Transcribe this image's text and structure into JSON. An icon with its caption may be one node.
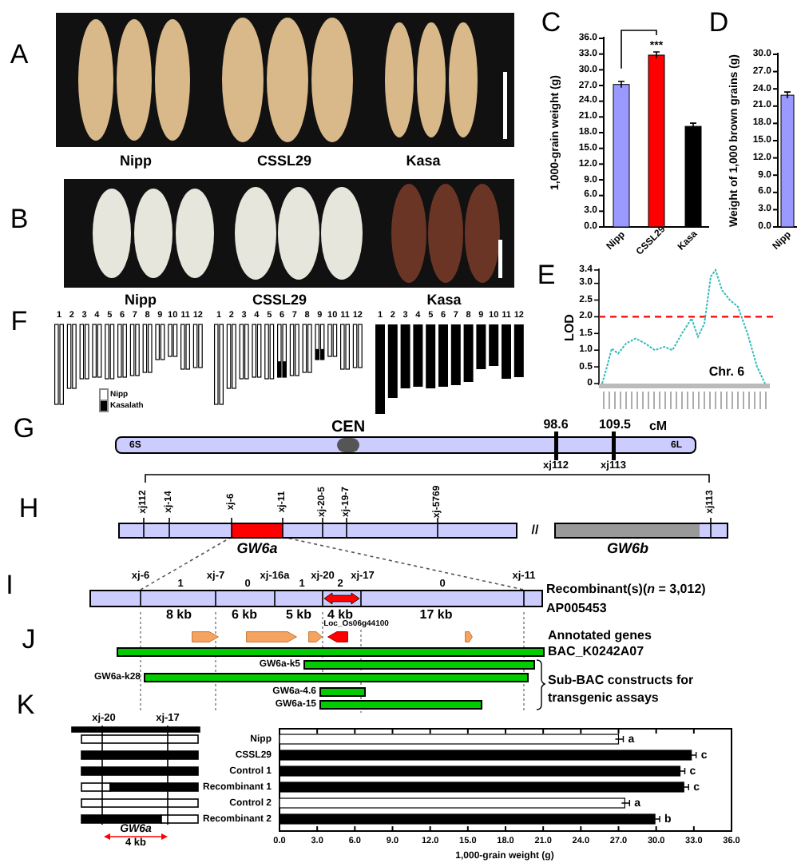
{
  "diagram": {
    "nodes": [
      {
        "text": [
          "6S",
          "6L"
        ]
      },
      {
        "text": [
          "CEN"
        ],
        "in": 0
      },
      {
        "text": [],
        "shape": "bar"
      },
      {
        "text": [
          "GW6a"
        ],
        "in": 2
      },
      {
        "text": [],
        "shape": "bar"
      },
      {
        "text": [
          "GW6b"
        ],
        "in": 4
      },
      {
        "text": [],
        "shape": "bar",
        "beside": [
          "Recombinant(s)(*n* = 3,012)",
          "AP005453"
        ]
      },
      {
        "text": [],
        "shape": "bar",
        "beside": [
          "BAC_K0242A07"
        ]
      },
      {
        "text": [],
        "shape": "bar",
        "beside": [
          "GW6a-k5"
        ]
      },
      {
        "text": [],
        "shape": "bar",
        "beside": [
          "GW6a-k28"
        ]
      },
      {
        "text": [],
        "shape": "bar",
        "beside": [
          "GW6a-4.6"
        ]
      },
      {
        "text": [],
        "shape": "bar",
        "beside": [
          "GW6a-15"
        ]
      },
      {
        "text": [],
        "shape": "arrow"
      },
      {
        "text": [],
        "shape": "arrow"
      },
      {
        "text": [],
        "shape": "arrow"
      },
      {
        "text": [],
        "shape": "arrow"
      },
      {
        "text": [],
        "shape": "arrow"
      }
    ],
    "edges": [
      {
        "from": 3,
        "to": 6,
        "arrow": "none",
        "style": "dashed"
      },
      {
        "from": 3,
        "to": 6,
        "arrow": "none",
        "style": "dashed"
      }
    ],
    "labels": [
      "A",
      "Nipp",
      "CSSL29",
      "Kasa",
      "C",
      "D",
      "B",
      "Nipp",
      "CSSL29",
      "Kasa",
      "E",
      "3.4",
      "3.0",
      "2.5",
      "2.0",
      "1.5",
      "1.0",
      "0.5",
      "0",
      "LOD",
      "Chr. 6",
      "F",
      "1",
      "2",
      "3",
      "4",
      "5",
      "6",
      "7",
      "8",
      "9",
      "10",
      "11",
      "12",
      "1",
      "2",
      "3",
      "4",
      "5",
      "6",
      "7",
      "8",
      "9",
      "10",
      "11",
      "12",
      "1",
      "2",
      "3",
      "4",
      "5",
      "6",
      "7",
      "8",
      "9",
      "10",
      "11",
      "12",
      "G",
      "98.6",
      "109.5",
      "cM",
      "xj112",
      "xj113",
      "H",
      "xj112",
      "xj-14",
      "xj-6",
      "xj-11",
      "xj-20-5",
      "xj-19-7",
      "xj-5769",
      "xj113",
      "//",
      "I",
      "xj-6",
      "1",
      "xj-7",
      "0",
      "xj-16a",
      "1",
      "xj-20",
      "2",
      "xj-17",
      "0",
      "xj-11",
      "8 kb",
      "6 kb",
      "5 kb",
      "4 kb",
      "17 kb",
      "J",
      "Loc_Os06g44100",
      "Annotated genes",
      "Sub-BAC constructs for transgenic assays",
      "K",
      "xj-20",
      "xj-17",
      "GW6a",
      "4 kb"
    ],
    "legend": [
      {
        "text": "Nipp",
        "color": "#ffffff"
      },
      {
        "text": "Kasalath",
        "color": "#000000"
      }
    ],
    "chart_data": [
      {
        "type": "bar",
        "ylabel": "1,000-grain weight (g)",
        "categories": [
          "Nipp",
          "CSSL29",
          "Kasa"
        ],
        "stacked": true,
        "ylim": [
          0,
          36
        ],
        "yticks": [
          {
            "value": 0,
            "label": "0.0"
          },
          {
            "value": 3,
            "label": "3.0"
          },
          {
            "value": 6,
            "label": "6.0"
          },
          {
            "value": 9,
            "label": "9.0"
          },
          {
            "value": 12,
            "label": "12.0"
          },
          {
            "value": 15,
            "label": "15.0"
          },
          {
            "value": 18,
            "label": "18.0"
          },
          {
            "value": 21,
            "label": "21.0"
          },
          {
            "value": 24,
            "label": "24.0"
          },
          {
            "value": 27,
            "label": "27.0"
          },
          {
            "value": 30,
            "label": "30.0"
          },
          {
            "value": 33,
            "label": "33.0"
          },
          {
            "value": 36,
            "label": "36.0"
          }
        ],
        "series": [
          {
            "color": "#9999ff",
            "values": [
              27.2,
              null,
              null
            ]
          },
          {
            "color": "#ff0000",
            "values": [
              null,
              32.8,
              null
            ]
          },
          {
            "color": "#000000",
            "values": [
              null,
              null,
              19.2
            ]
          }
        ],
        "annotations": [
          "***"
        ]
      },
      {
        "type": "bar",
        "ylabel": "Weight of 1,000 brown grains (g)",
        "categories": [
          "Nipp"
        ],
        "ylim": [
          0,
          30
        ],
        "yticks": [
          {
            "value": 0,
            "label": "0.0"
          },
          {
            "value": 3,
            "label": "3.0"
          },
          {
            "value": 6,
            "label": "6.0"
          },
          {
            "value": 9,
            "label": "9.0"
          },
          {
            "value": 12,
            "label": "12.0"
          },
          {
            "value": 15,
            "label": "15.0"
          },
          {
            "value": 18,
            "label": "18.0"
          },
          {
            "value": 21,
            "label": "21.0"
          },
          {
            "value": 24,
            "label": "24.0"
          },
          {
            "value": 27,
            "label": "27.0"
          },
          {
            "value": 30,
            "label": "30.0"
          }
        ],
        "series": [
          {
            "color": "#9999ff",
            "values": [
              22.9
            ]
          }
        ]
      },
      {
        "type": "bar",
        "orientation": "horizontal",
        "xlabel": "1,000-grain weight (g)",
        "categories": [
          "Nipp",
          "CSSL29",
          "Control 1",
          "Recombinant 1",
          "Control 2",
          "Recombinant 2"
        ],
        "stacked": true,
        "xlim": [
          0,
          36
        ],
        "xticks": [
          {
            "value": 0,
            "label": "0.0"
          },
          {
            "value": 3,
            "label": "3.0"
          },
          {
            "value": 6,
            "label": "6.0"
          },
          {
            "value": 9,
            "label": "9.0"
          },
          {
            "value": 12,
            "label": "12.0"
          },
          {
            "value": 15,
            "label": "15.0"
          },
          {
            "value": 18,
            "label": "18.0"
          },
          {
            "value": 21,
            "label": "21.0"
          },
          {
            "value": 24,
            "label": "24.0"
          },
          {
            "value": 27,
            "label": "27.0"
          },
          {
            "value": 30,
            "label": "30.0"
          },
          {
            "value": 33,
            "label": "33.0"
          },
          {
            "value": 36,
            "label": "36.0"
          }
        ],
        "series": [
          {
            "color": "#ffffff",
            "values": [
              27.0,
              null,
              null,
              null,
              27.5,
              null
            ]
          },
          {
            "color": "#000000",
            "values": [
              null,
              32.8,
              31.9,
              32.2,
              null,
              29.9
            ]
          }
        ],
        "annotations": [
          "a",
          "c",
          "c",
          "c",
          "a",
          "b"
        ]
      }
    ]
  }
}
